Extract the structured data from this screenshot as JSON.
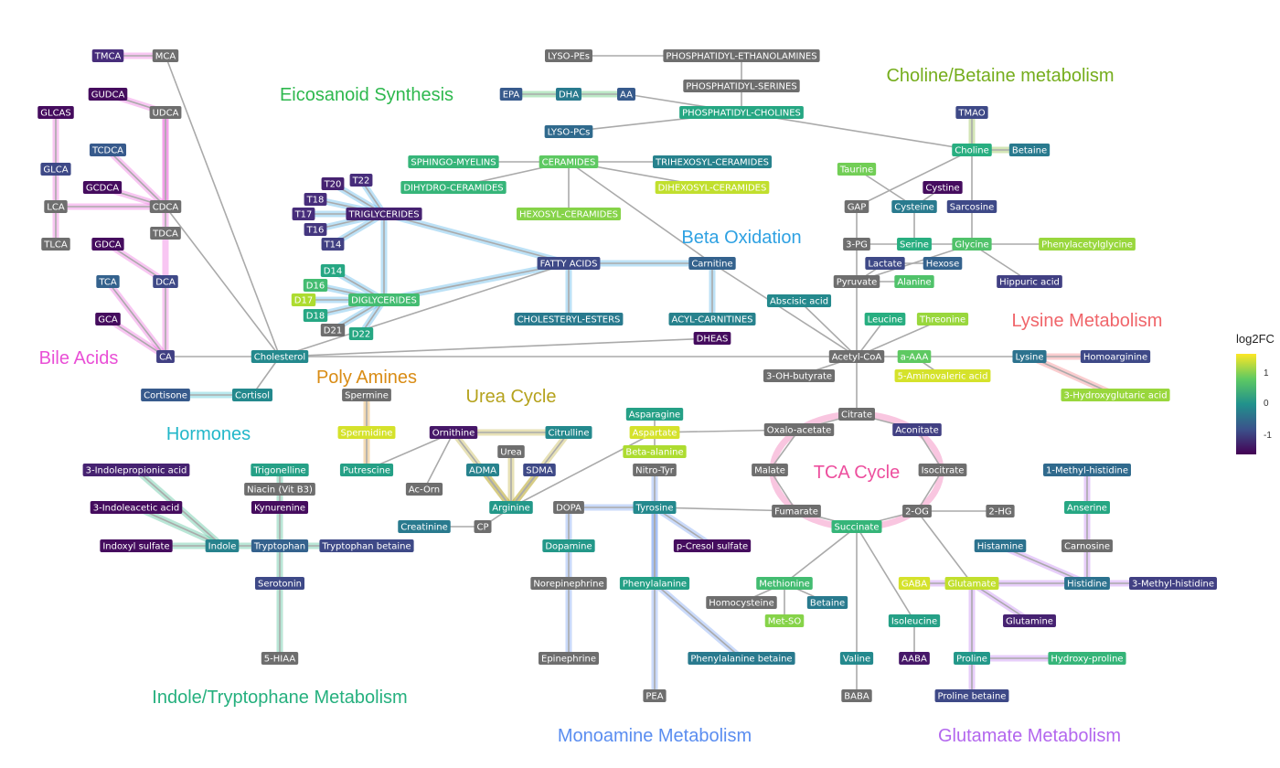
{
  "colors": {
    "edge": "#aaaaaa",
    "unknown": "#6e6e6e",
    "v": [
      "#440154",
      "#472d7b",
      "#3b528b",
      "#2c728e",
      "#21918c",
      "#28ae80",
      "#5ec962",
      "#addc30",
      "#fde725"
    ]
  },
  "legend": {
    "title": "log2FC",
    "ticks": [
      "1",
      "0",
      "-1"
    ],
    "range": [
      -1.6,
      1.6
    ]
  },
  "groups": [
    {
      "label": "Bile Acids",
      "color": "#e94fd6"
    },
    {
      "label": "Hormones",
      "color": "#22b7c9"
    },
    {
      "label": "Eicosanoid Synthesis",
      "color": "#2eb84e"
    },
    {
      "label": "Beta Oxidation",
      "color": "#2ea1e2"
    },
    {
      "label": "Poly Amines",
      "color": "#d98c15"
    },
    {
      "label": "Urea Cycle",
      "color": "#b5a21c"
    },
    {
      "label": "Choline/Betaine metabolism",
      "color": "#75ad1c"
    },
    {
      "label": "Lysine Metabolism",
      "color": "#f0656a"
    },
    {
      "label": "TCA Cycle",
      "color": "#ed4f9e"
    },
    {
      "label": "Indole/Tryptophane Metabolism",
      "color": "#25b07e"
    },
    {
      "label": "Monoamine Metabolism",
      "color": "#5a8df0"
    },
    {
      "label": "Glutamate Metabolism",
      "color": "#b367ee"
    }
  ],
  "nodes": [
    {
      "id": "TMCA",
      "v": -1.2
    },
    {
      "id": "MCA",
      "v": null
    },
    {
      "id": "GUDCA",
      "v": -1.5
    },
    {
      "id": "UDCA",
      "v": null
    },
    {
      "id": "GLCAS",
      "v": -1.5
    },
    {
      "id": "TCDCA",
      "v": -0.7
    },
    {
      "id": "GLCA",
      "v": -0.9
    },
    {
      "id": "GCDCA",
      "v": -1.5
    },
    {
      "id": "LCA",
      "v": null
    },
    {
      "id": "CDCA",
      "v": null
    },
    {
      "id": "TDCA",
      "v": null
    },
    {
      "id": "TLCA",
      "v": null
    },
    {
      "id": "GDCA",
      "v": -1.5
    },
    {
      "id": "TCA",
      "v": -0.6
    },
    {
      "id": "DCA",
      "v": -0.9
    },
    {
      "id": "GCA",
      "v": -1.5
    },
    {
      "id": "CA",
      "v": -1.0
    },
    {
      "id": "Cholesterol",
      "v": -0.1
    },
    {
      "id": "Cortisone",
      "v": -0.7
    },
    {
      "id": "Cortisol",
      "v": -0.1
    },
    {
      "id": "LYSO-PEs",
      "v": null
    },
    {
      "id": "PHOSPHATIDYL-ETHANOLAMINES",
      "v": null
    },
    {
      "id": "PHOSPHATIDYL-SERINES",
      "v": null
    },
    {
      "id": "EPA",
      "v": -0.7
    },
    {
      "id": "DHA",
      "v": -0.3
    },
    {
      "id": "AA",
      "v": -0.7
    },
    {
      "id": "PHOSPHATIDYL-CHOLINES",
      "v": 0.3
    },
    {
      "id": "LYSO-PCs",
      "v": -0.5
    },
    {
      "id": "SPHINGO-MYELINS",
      "v": 0.5
    },
    {
      "id": "CERAMIDES",
      "v": 0.8
    },
    {
      "id": "TRIHEXOSYL-CERAMIDES",
      "v": -0.2
    },
    {
      "id": "DIHYDRO-CERAMIDES",
      "v": 0.5
    },
    {
      "id": "DIHEXOSYL-CERAMIDES",
      "v": 1.3
    },
    {
      "id": "HEXOSYL-CERAMIDES",
      "v": 1.0
    },
    {
      "id": "T20",
      "v": -1.3
    },
    {
      "id": "T22",
      "v": -1.2
    },
    {
      "id": "T18",
      "v": -1.2
    },
    {
      "id": "T17",
      "v": -1.2
    },
    {
      "id": "T16",
      "v": -1.1
    },
    {
      "id": "T14",
      "v": -1.0
    },
    {
      "id": "TRIGLYCERIDES",
      "v": -1.3
    },
    {
      "id": "D14",
      "v": 0.3
    },
    {
      "id": "D16",
      "v": 0.6
    },
    {
      "id": "D17",
      "v": 1.2
    },
    {
      "id": "DIGLYCERIDES",
      "v": 0.6
    },
    {
      "id": "D18",
      "v": 0.3
    },
    {
      "id": "D21",
      "v": null
    },
    {
      "id": "D22",
      "v": 0.3
    },
    {
      "id": "FATTY ACIDS",
      "v": -0.9
    },
    {
      "id": "Carnitine",
      "v": -0.6
    },
    {
      "id": "CHOLESTERYL-ESTERS",
      "v": -0.3
    },
    {
      "id": "ACYL-CARNITINES",
      "v": -0.2
    },
    {
      "id": "DHEAS",
      "v": -1.5
    },
    {
      "id": "TMAO",
      "v": -0.9
    },
    {
      "id": "Choline",
      "v": 0.4
    },
    {
      "id": "Betaine",
      "v": -0.3
    },
    {
      "id": "Taurine",
      "v": 0.9
    },
    {
      "id": "Cystine",
      "v": -1.5
    },
    {
      "id": "GAP",
      "v": null
    },
    {
      "id": "Cysteine",
      "v": -0.3
    },
    {
      "id": "Sarcosine",
      "v": -0.9
    },
    {
      "id": "3-PG",
      "v": null
    },
    {
      "id": "Serine",
      "v": 0.4
    },
    {
      "id": "Glycine",
      "v": 0.7
    },
    {
      "id": "Phenylacetylglycine",
      "v": 1.1
    },
    {
      "id": "Lactate",
      "v": -0.9
    },
    {
      "id": "Hexose",
      "v": -0.6
    },
    {
      "id": "Pyruvate",
      "v": null
    },
    {
      "id": "Alanine",
      "v": 0.7
    },
    {
      "id": "Hippuric acid",
      "v": -1.0
    },
    {
      "id": "Abscisic acid",
      "v": -0.1
    },
    {
      "id": "Leucine",
      "v": 0.4
    },
    {
      "id": "Threonine",
      "v": 1.1
    },
    {
      "id": "Acetyl-CoA",
      "v": null
    },
    {
      "id": "a-AAA",
      "v": 0.8
    },
    {
      "id": "Lysine",
      "v": -0.4
    },
    {
      "id": "Homoarginine",
      "v": -0.9
    },
    {
      "id": "3-OH-butyrate",
      "v": null
    },
    {
      "id": "5-Aminovaleric acid",
      "v": 1.4
    },
    {
      "id": "3-Hydroxyglutaric acid",
      "v": 1.1
    },
    {
      "id": "Spermine",
      "v": null
    },
    {
      "id": "Spermidine",
      "v": 1.4
    },
    {
      "id": "Putrescine",
      "v": 0.2
    },
    {
      "id": "Ornithine",
      "v": -1.4
    },
    {
      "id": "Citrulline",
      "v": -0.1
    },
    {
      "id": "Urea",
      "v": null
    },
    {
      "id": "ADMA",
      "v": -0.2
    },
    {
      "id": "SDMA",
      "v": -0.9
    },
    {
      "id": "Ac-Orn",
      "v": null
    },
    {
      "id": "Arginine",
      "v": 0.1
    },
    {
      "id": "Creatinine",
      "v": -0.3
    },
    {
      "id": "CP",
      "v": null
    },
    {
      "id": "Asparagine",
      "v": 0.2
    },
    {
      "id": "Aspartate",
      "v": 1.4
    },
    {
      "id": "Beta-alanine",
      "v": 1.2
    },
    {
      "id": "Nitro-Tyr",
      "v": null
    },
    {
      "id": "Citrate",
      "v": null
    },
    {
      "id": "Oxalo-acetate",
      "v": null
    },
    {
      "id": "Aconitate",
      "v": -1.0
    },
    {
      "id": "Malate",
      "v": null
    },
    {
      "id": "Isocitrate",
      "v": null
    },
    {
      "id": "Fumarate",
      "v": null
    },
    {
      "id": "2-OG",
      "v": null
    },
    {
      "id": "2-HG",
      "v": null
    },
    {
      "id": "Succinate",
      "v": 0.5
    },
    {
      "id": "3-Indolepropionic acid",
      "v": -1.3
    },
    {
      "id": "Trigonelline",
      "v": 0.2
    },
    {
      "id": "Niacin (Vit B3)",
      "v": null
    },
    {
      "id": "3-Indoleacetic acid",
      "v": -1.5
    },
    {
      "id": "Kynurenine",
      "v": -1.5
    },
    {
      "id": "Indoxyl sulfate",
      "v": -1.5
    },
    {
      "id": "Indole",
      "v": -0.2
    },
    {
      "id": "Tryptophan",
      "v": -0.6
    },
    {
      "id": "Tryptophan betaine",
      "v": -0.9
    },
    {
      "id": "Serotonin",
      "v": -0.9
    },
    {
      "id": "5-HIAA",
      "v": null
    },
    {
      "id": "DOPA",
      "v": null
    },
    {
      "id": "Tyrosine",
      "v": -0.1
    },
    {
      "id": "Dopamine",
      "v": 0.1
    },
    {
      "id": "p-Cresol sulfate",
      "v": -1.5
    },
    {
      "id": "Norepinephrine",
      "v": null
    },
    {
      "id": "Phenylalanine",
      "v": 0.2
    },
    {
      "id": "Epinephrine",
      "v": null
    },
    {
      "id": "Phenylalanine betaine",
      "v": -0.3
    },
    {
      "id": "PEA",
      "v": null
    },
    {
      "id": "Methionine",
      "v": 0.6
    },
    {
      "id": "Homocysteine",
      "v": null
    },
    {
      "id": "Betaine2",
      "label": "Betaine",
      "v": -0.3
    },
    {
      "id": "Met-SO",
      "v": 1.0
    },
    {
      "id": "Isoleucine",
      "v": 0.2
    },
    {
      "id": "AABA",
      "v": -1.4
    },
    {
      "id": "Valine",
      "v": -0.1
    },
    {
      "id": "BABA",
      "v": null
    },
    {
      "id": "1-Methyl-histidine",
      "v": -0.5
    },
    {
      "id": "Anserine",
      "v": 0.3
    },
    {
      "id": "Histamine",
      "v": -0.4
    },
    {
      "id": "Carnosine",
      "v": null
    },
    {
      "id": "GABA",
      "v": 1.4
    },
    {
      "id": "Glutamate",
      "v": 1.3
    },
    {
      "id": "Histidine",
      "v": -0.4
    },
    {
      "id": "3-Methyl-histidine",
      "v": -1.0
    },
    {
      "id": "Glutamine",
      "v": -1.3
    },
    {
      "id": "Proline",
      "v": 0.1
    },
    {
      "id": "Hydroxy-proline",
      "v": 0.5
    },
    {
      "id": "Proline betaine",
      "v": -0.9
    }
  ],
  "edges": [
    [
      "TMCA",
      "MCA"
    ],
    [
      "GUDCA",
      "UDCA"
    ],
    [
      "GLCAS",
      "GLCA"
    ],
    [
      "TCDCA",
      "CDCA"
    ],
    [
      "GLCA",
      "LCA"
    ],
    [
      "GCDCA",
      "CDCA"
    ],
    [
      "LCA",
      "CDCA"
    ],
    [
      "LCA",
      "TLCA"
    ],
    [
      "UDCA",
      "CDCA"
    ],
    [
      "GDCA",
      "DCA"
    ],
    [
      "TCA",
      "CA"
    ],
    [
      "GCA",
      "CA"
    ],
    [
      "DCA",
      "CA"
    ],
    [
      "CDCA",
      "TDCA"
    ],
    [
      "MCA",
      "Cholesterol"
    ],
    [
      "CDCA",
      "Cholesterol"
    ],
    [
      "CA",
      "Cholesterol"
    ],
    [
      "Cortisone",
      "Cortisol"
    ],
    [
      "Cortisol",
      "Cholesterol"
    ],
    [
      "Cholesterol",
      "FATTY ACIDS"
    ],
    [
      "Cholesterol",
      "DHEAS"
    ],
    [
      "Cholesterol",
      "Acetyl-CoA"
    ],
    [
      "LYSO-PEs",
      "PHOSPHATIDYL-ETHANOLAMINES"
    ],
    [
      "PHOSPHATIDYL-ETHANOLAMINES",
      "PHOSPHATIDYL-SERINES"
    ],
    [
      "PHOSPHATIDYL-SERINES",
      "PHOSPHATIDYL-CHOLINES"
    ],
    [
      "EPA",
      "DHA"
    ],
    [
      "DHA",
      "AA"
    ],
    [
      "AA",
      "PHOSPHATIDYL-CHOLINES"
    ],
    [
      "LYSO-PCs",
      "PHOSPHATIDYL-CHOLINES"
    ],
    [
      "PHOSPHATIDYL-CHOLINES",
      "Choline"
    ],
    [
      "SPHINGO-MYELINS",
      "CERAMIDES"
    ],
    [
      "CERAMIDES",
      "TRIHEXOSYL-CERAMIDES"
    ],
    [
      "CERAMIDES",
      "DIHYDRO-CERAMIDES"
    ],
    [
      "CERAMIDES",
      "DIHEXOSYL-CERAMIDES"
    ],
    [
      "CERAMIDES",
      "HEXOSYL-CERAMIDES"
    ],
    [
      "CERAMIDES",
      "Carnitine"
    ],
    [
      "T20",
      "TRIGLYCERIDES"
    ],
    [
      "T22",
      "TRIGLYCERIDES"
    ],
    [
      "T18",
      "TRIGLYCERIDES"
    ],
    [
      "T17",
      "TRIGLYCERIDES"
    ],
    [
      "T16",
      "TRIGLYCERIDES"
    ],
    [
      "T14",
      "TRIGLYCERIDES"
    ],
    [
      "TRIGLYCERIDES",
      "FATTY ACIDS"
    ],
    [
      "TRIGLYCERIDES",
      "DIGLYCERIDES"
    ],
    [
      "D14",
      "DIGLYCERIDES"
    ],
    [
      "D16",
      "DIGLYCERIDES"
    ],
    [
      "D17",
      "DIGLYCERIDES"
    ],
    [
      "D18",
      "DIGLYCERIDES"
    ],
    [
      "D21",
      "DIGLYCERIDES"
    ],
    [
      "D22",
      "DIGLYCERIDES"
    ],
    [
      "DIGLYCERIDES",
      "FATTY ACIDS"
    ],
    [
      "FATTY ACIDS",
      "Carnitine"
    ],
    [
      "FATTY ACIDS",
      "CHOLESTERYL-ESTERS"
    ],
    [
      "Carnitine",
      "ACYL-CARNITINES"
    ],
    [
      "Carnitine",
      "Acetyl-CoA"
    ],
    [
      "TMAO",
      "Choline"
    ],
    [
      "Choline",
      "Betaine"
    ],
    [
      "Choline",
      "GAP"
    ],
    [
      "Choline",
      "Sarcosine"
    ],
    [
      "Sarcosine",
      "Glycine"
    ],
    [
      "Taurine",
      "Cysteine"
    ],
    [
      "Cystine",
      "Cysteine"
    ],
    [
      "Cysteine",
      "Serine"
    ],
    [
      "GAP",
      "3-PG"
    ],
    [
      "3-PG",
      "Serine"
    ],
    [
      "Serine",
      "Glycine"
    ],
    [
      "Glycine",
      "Phenylacetylglycine"
    ],
    [
      "Glycine",
      "Hippuric acid"
    ],
    [
      "3-PG",
      "Pyruvate"
    ],
    [
      "Lactate",
      "Hexose"
    ],
    [
      "Lactate",
      "Pyruvate"
    ],
    [
      "Pyruvate",
      "Alanine"
    ],
    [
      "Pyruvate",
      "Acetyl-CoA"
    ],
    [
      "Glycine",
      "Pyruvate"
    ],
    [
      "Abscisic acid",
      "Acetyl-CoA"
    ],
    [
      "Leucine",
      "Acetyl-CoA"
    ],
    [
      "Threonine",
      "Acetyl-CoA"
    ],
    [
      "Acetyl-CoA",
      "a-AAA"
    ],
    [
      "a-AAA",
      "Lysine"
    ],
    [
      "Lysine",
      "Homoarginine"
    ],
    [
      "Lysine",
      "3-Hydroxyglutaric acid"
    ],
    [
      "a-AAA",
      "5-Aminovaleric acid"
    ],
    [
      "Acetyl-CoA",
      "3-OH-butyrate"
    ],
    [
      "Acetyl-CoA",
      "Citrate"
    ],
    [
      "Spermine",
      "Spermidine"
    ],
    [
      "Spermidine",
      "Putrescine"
    ],
    [
      "Putrescine",
      "Ornithine"
    ],
    [
      "Ornithine",
      "Citrulline"
    ],
    [
      "Ornithine",
      "Arginine"
    ],
    [
      "Ornithine",
      "Ac-Orn"
    ],
    [
      "Citrulline",
      "Arginine"
    ],
    [
      "Urea",
      "Arginine"
    ],
    [
      "ADMA",
      "Arginine"
    ],
    [
      "SDMA",
      "Arginine"
    ],
    [
      "Arginine",
      "Aspartate"
    ],
    [
      "Arginine",
      "CP"
    ],
    [
      "Creatinine",
      "CP"
    ],
    [
      "Asparagine",
      "Aspartate"
    ],
    [
      "Aspartate",
      "Beta-alanine"
    ],
    [
      "Aspartate",
      "Oxalo-acetate"
    ],
    [
      "Nitro-Tyr",
      "Tyrosine"
    ],
    [
      "Oxalo-acetate",
      "Citrate"
    ],
    [
      "Citrate",
      "Aconitate"
    ],
    [
      "Aconitate",
      "Isocitrate"
    ],
    [
      "Isocitrate",
      "2-OG"
    ],
    [
      "2-OG",
      "Succinate"
    ],
    [
      "Succinate",
      "Fumarate"
    ],
    [
      "Fumarate",
      "Malate"
    ],
    [
      "Malate",
      "Oxalo-acetate"
    ],
    [
      "2-OG",
      "2-HG"
    ],
    [
      "2-OG",
      "Glutamate"
    ],
    [
      "3-Indolepropionic acid",
      "Indole"
    ],
    [
      "3-Indoleacetic acid",
      "Indole"
    ],
    [
      "Indoxyl sulfate",
      "Indole"
    ],
    [
      "Indole",
      "Tryptophan"
    ],
    [
      "Trigonelline",
      "Niacin (Vit B3)"
    ],
    [
      "Niacin (Vit B3)",
      "Kynurenine"
    ],
    [
      "Kynurenine",
      "Tryptophan"
    ],
    [
      "Tryptophan",
      "Tryptophan betaine"
    ],
    [
      "Tryptophan",
      "Serotonin"
    ],
    [
      "Serotonin",
      "5-HIAA"
    ],
    [
      "DOPA",
      "Tyrosine"
    ],
    [
      "DOPA",
      "Dopamine"
    ],
    [
      "Dopamine",
      "Norepinephrine"
    ],
    [
      "Norepinephrine",
      "Epinephrine"
    ],
    [
      "Tyrosine",
      "p-Cresol sulfate"
    ],
    [
      "Tyrosine",
      "Phenylalanine"
    ],
    [
      "Tyrosine",
      "PEA"
    ],
    [
      "Tyrosine",
      "Fumarate"
    ],
    [
      "Phenylalanine",
      "Phenylalanine betaine"
    ],
    [
      "Succinate",
      "Methionine"
    ],
    [
      "Methionine",
      "Homocysteine"
    ],
    [
      "Methionine",
      "Betaine2"
    ],
    [
      "Methionine",
      "Met-SO"
    ],
    [
      "Succinate",
      "Isoleucine"
    ],
    [
      "Isoleucine",
      "AABA"
    ],
    [
      "Succinate",
      "Valine"
    ],
    [
      "Valine",
      "BABA"
    ],
    [
      "1-Methyl-histidine",
      "Anserine"
    ],
    [
      "Anserine",
      "Carnosine"
    ],
    [
      "Carnosine",
      "Histidine"
    ],
    [
      "Histamine",
      "Histidine"
    ],
    [
      "GABA",
      "Glutamate"
    ],
    [
      "Glutamate",
      "Histidine"
    ],
    [
      "Histidine",
      "3-Methyl-histidine"
    ],
    [
      "Glutamate",
      "Glutamine"
    ],
    [
      "Glutamate",
      "Proline"
    ],
    [
      "Proline",
      "Hydroxy-proline"
    ],
    [
      "Proline",
      "Proline betaine"
    ]
  ]
}
